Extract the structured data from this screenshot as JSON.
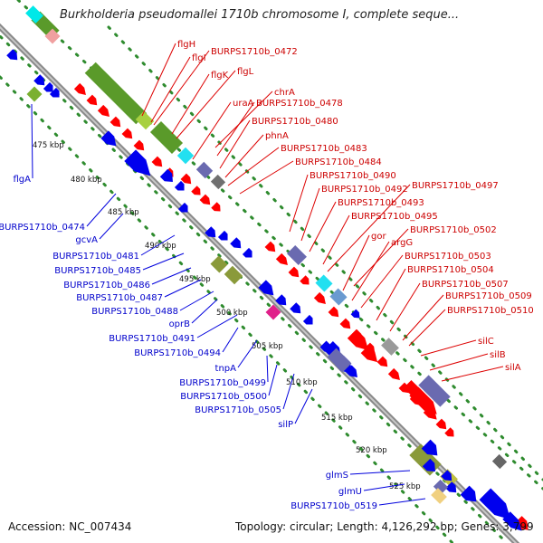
{
  "header": {
    "title": "Burkholderia pseudomallei 1710b chromosome I, complete seque..."
  },
  "footer": {
    "accession": "Accession: NC_007434",
    "topology": "Topology: circular; Length: 4,126,292 bp; Genes: 3,799"
  },
  "colors": {
    "forward_gene": "#ff0000",
    "reverse_gene": "#0000ee",
    "cds_green": "#5a9a2a",
    "rrna_olive": "#8a9a3a",
    "regulatory_cyan": "#22e0f0",
    "pseudogene_pink": "#f0a0a0",
    "trna_magenta": "#e0208a",
    "slate": "#6a6ab0",
    "gray": "#9a9a9a",
    "forward_label": "#cc0000",
    "reverse_label": "#0000cc",
    "gc_dots": "#2e8b2e"
  },
  "ruler_ticks": [
    "475 kbp",
    "480 kbp",
    "485 kbp",
    "490 kbp",
    "495 kbp",
    "500 kbp",
    "505 kbp",
    "510 kbp",
    "515 kbp",
    "520 kbp",
    "525 kbp"
  ],
  "forward_labels": [
    "flgH",
    "BURPS1710b_0472",
    "flgI",
    "flgK",
    "flgL",
    "chrA",
    "uraA",
    "BURPS1710b_0478",
    "BURPS1710b_0480",
    "phnA",
    "BURPS1710b_0483",
    "BURPS1710b_0484",
    "BURPS1710b_0490",
    "BURPS1710b_0497",
    "BURPS1710b_0492",
    "BURPS1710b_0493",
    "BURPS1710b_0495",
    "BURPS1710b_0502",
    "gor",
    "argG",
    "BURPS1710b_0503",
    "BURPS1710b_0504",
    "BURPS1710b_0507",
    "BURPS1710b_0509",
    "BURPS1710b_0510",
    "silC",
    "silB",
    "silA"
  ],
  "reverse_labels": [
    "flgA",
    "BURPS1710b_0474",
    "gcvA",
    "BURPS1710b_0481",
    "BURPS1710b_0485",
    "BURPS1710b_0486",
    "BURPS1710b_0487",
    "BURPS1710b_0488",
    "oprB",
    "BURPS1710b_0491",
    "BURPS1710b_0494",
    "tnpA",
    "BURPS1710b_0499",
    "BURPS1710b_0500",
    "BURPS1710b_0505",
    "silP",
    "glmS",
    "glmU",
    "BURPS1710b_0519"
  ]
}
